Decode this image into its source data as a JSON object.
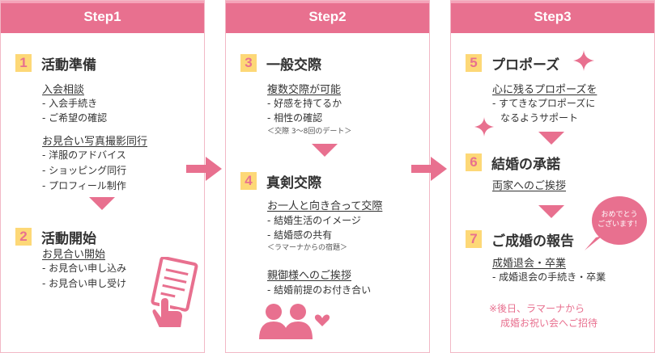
{
  "steps": [
    {
      "header": "Step1",
      "sections": [
        {
          "num": "1",
          "title": "活動準備",
          "groups": [
            {
              "sub": "入会相談",
              "items": [
                "- 入会手続き",
                "- ご希望の確認"
              ]
            },
            {
              "sub": "お見合い写真撮影同行",
              "items": [
                "- 洋服のアドバイス",
                "- ショッピング同行",
                "- プロフィール制作"
              ]
            }
          ]
        },
        {
          "num": "2",
          "title": "活動開始",
          "groups": [
            {
              "sub": "お見合い開始",
              "items": [
                "- お見合い申し込み",
                "- お見合い申し受け"
              ]
            }
          ]
        }
      ]
    },
    {
      "header": "Step2",
      "sections": [
        {
          "num": "3",
          "title": "一般交際",
          "groups": [
            {
              "sub": "複数交際が可能",
              "items": [
                "- 好感を持てるか",
                "- 相性の確認"
              ],
              "note": "＜交際 3～8回のデート＞"
            }
          ]
        },
        {
          "num": "4",
          "title": "真剣交際",
          "groups": [
            {
              "sub": "お一人と向き合って交際",
              "items": [
                "- 結婚生活のイメージ",
                "- 結婚感の共有"
              ],
              "note": "＜ラマーナからの宿題＞"
            },
            {
              "sub": "親御様へのご挨拶",
              "items": [
                "- 結婚前提のお付き合い"
              ]
            }
          ]
        }
      ]
    },
    {
      "header": "Step3",
      "sections": [
        {
          "num": "5",
          "title": "プロポーズ",
          "groups": [
            {
              "sub": "心に残るプロポーズを",
              "items": [
                "- すてきなプロポーズに",
                "なるようサポート"
              ]
            }
          ]
        },
        {
          "num": "6",
          "title": "結婚の承諾",
          "groups": [
            {
              "sub": "両家へのご挨拶",
              "items": []
            }
          ]
        },
        {
          "num": "7",
          "title": "ご成婚の報告",
          "groups": [
            {
              "sub": "成婚退会・卒業",
              "items": [
                "- 成婚退会の手続き・卒業"
              ]
            }
          ]
        }
      ],
      "footnote": [
        "※後日、ラマーナから",
        "成婚お祝い会へご招待"
      ],
      "bubble": [
        "おめでとう",
        "ございます！"
      ]
    }
  ],
  "colors": {
    "accent": "#e8708f",
    "number_bg": "#fdd877",
    "border": "#f2b8c6"
  },
  "icons": [
    "form-hand-icon",
    "people-heart-icon",
    "sparkle-icon",
    "right-arrow-icon",
    "down-arrow-icon"
  ]
}
